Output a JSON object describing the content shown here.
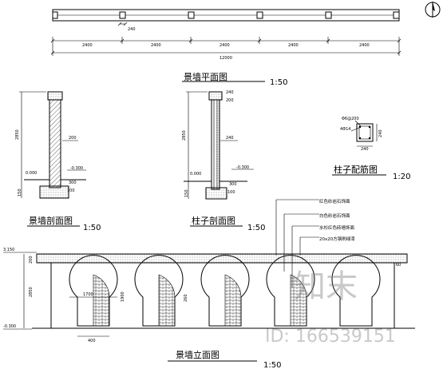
{
  "titles": {
    "plan": "景墙平面图",
    "plan_scale": "1:50",
    "wall_section": "景墙剖面图",
    "wall_section_scale": "1:50",
    "column_section": "柱子剖面图",
    "column_section_scale": "1:50",
    "column_rebar": "柱子配筋图",
    "column_rebar_scale": "1:20",
    "elevation": "景墙立面图",
    "elevation_scale": "1:50"
  },
  "plan": {
    "segment_dims": [
      "2400",
      "2400",
      "2400",
      "2400",
      "2400"
    ],
    "total_dim": "12000",
    "post_dim": "240"
  },
  "wall_section": {
    "height_dim": "2850",
    "mid_dim": "200",
    "elev_0": "0.000",
    "elev_ground": "-0.300",
    "footing_dims": [
      "300",
      "100",
      "150"
    ]
  },
  "column_section": {
    "top_dim": "240",
    "cap_dim": "200",
    "height_dim": "2850",
    "mid_dim": "240",
    "elev_0": "0.000",
    "elev_ground": "-0.300",
    "footing_dims": [
      "300",
      "100",
      "150"
    ]
  },
  "rebar": {
    "stirrup": "Φ6@200",
    "bars": "4Φ14",
    "size": "240",
    "side": "240"
  },
  "elevation": {
    "elev_top": "3.150",
    "elev_ground": "-0.300",
    "cap_dim": "200",
    "height_dim": "2850",
    "opening_width": "1700",
    "opening_height": "1900",
    "opening_inner": "260",
    "base_dim": "400",
    "right_dim": "60",
    "notes": [
      "红色砂岩石饰面",
      "白色砂岩石饰面",
      "水杉红色砖墙饰面",
      "20x20方钢刷绿漆"
    ]
  },
  "watermark": {
    "logo_text": "知末",
    "id_text": "ID: 166539151"
  },
  "north_icon": "north-arrow-icon"
}
